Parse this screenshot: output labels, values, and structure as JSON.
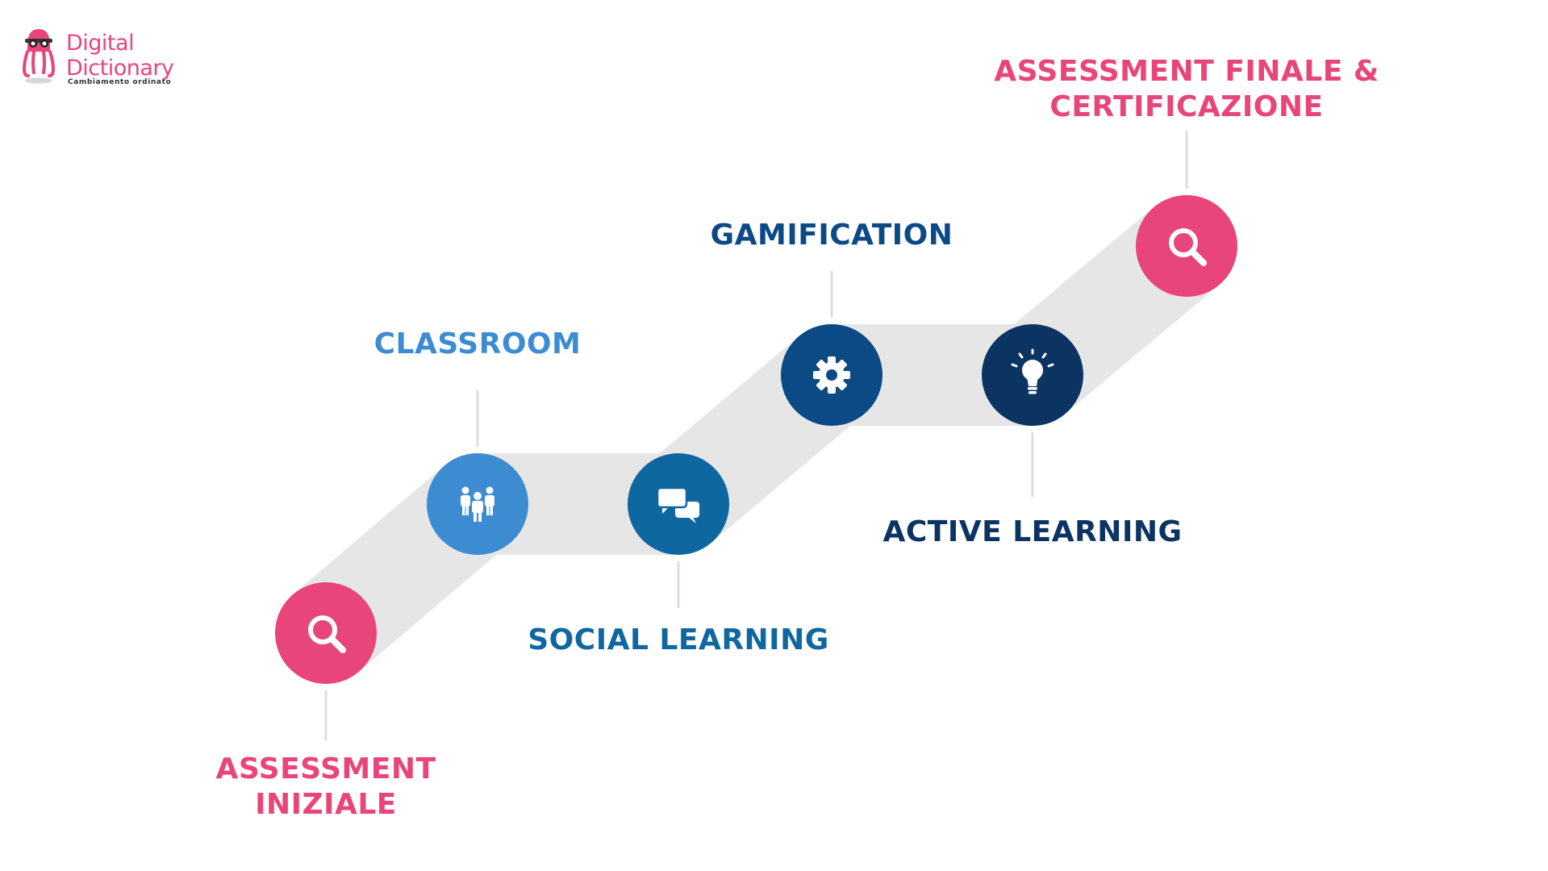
{
  "brand": {
    "name_line1": "Digital",
    "name_line2": "Dictionary",
    "tagline": "Cambiamento ordinato",
    "color": "#e8457a"
  },
  "colors": {
    "path": "#e6e6e6",
    "connector": "#dddddd",
    "pink": "#e8457a",
    "light_blue": "#3d8cd2",
    "mid_blue": "#0f67a0",
    "dark_blue": "#0b4a85",
    "navy": "#0b3463"
  },
  "steps": [
    {
      "id": "assessment-iniziale",
      "label_lines": [
        "ASSESSMENT",
        "INIZIALE"
      ],
      "icon": "search-icon",
      "color": "#e8457a"
    },
    {
      "id": "classroom",
      "label_lines": [
        "CLASSROOM"
      ],
      "icon": "people-icon",
      "color": "#3d8cd2"
    },
    {
      "id": "social-learning",
      "label_lines": [
        "SOCIAL LEARNING"
      ],
      "icon": "chat-bubbles-icon",
      "color": "#0f67a0"
    },
    {
      "id": "gamification",
      "label_lines": [
        "GAMIFICATION"
      ],
      "icon": "gear-icon",
      "color": "#0b4a85"
    },
    {
      "id": "active-learning",
      "label_lines": [
        "ACTIVE LEARNING"
      ],
      "icon": "lightbulb-icon",
      "color": "#0b3463"
    },
    {
      "id": "assessment-finale",
      "label_lines": [
        "ASSESSMENT FINALE &",
        "CERTIFICAZIONE"
      ],
      "icon": "search-icon",
      "color": "#e8457a"
    }
  ]
}
